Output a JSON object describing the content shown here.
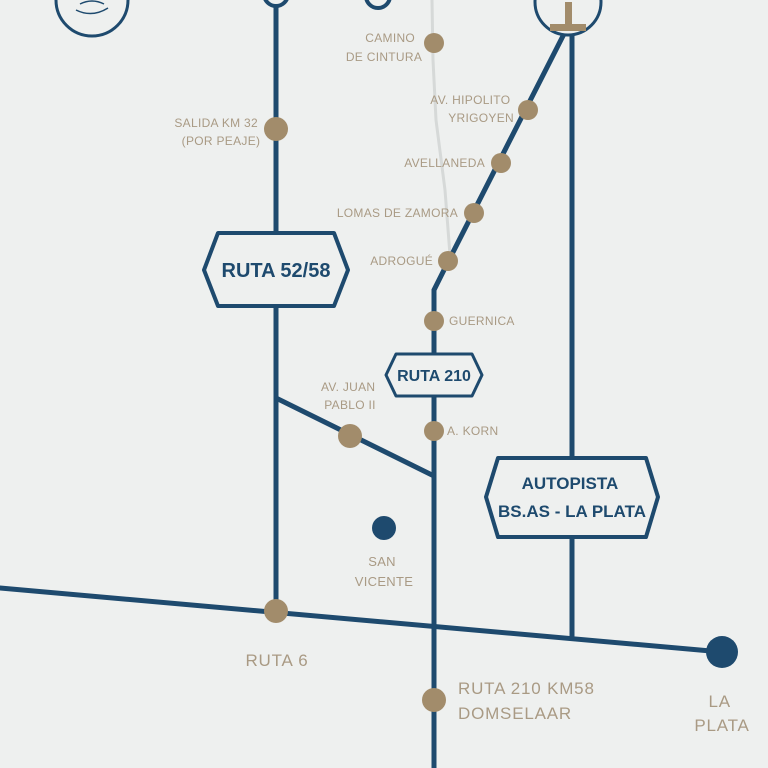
{
  "colors": {
    "background": "#eef0ef",
    "route": "#1e4a6e",
    "stop": "#a28c6b",
    "label": "#a99a84",
    "rail": "#d6d9d8"
  },
  "stops": {
    "camino_cintura": [
      "CAMINO",
      "DE CINTURA"
    ],
    "hipolito_yrigoyen": [
      "AV. HIPOLITO",
      "YRIGOYEN"
    ],
    "avellaneda": [
      "AVELLANEDA"
    ],
    "lomas_de_zamora": [
      "LOMAS DE ZAMORA"
    ],
    "adrogue": [
      "ADROGUÉ"
    ],
    "salida_km32": [
      "SALIDA KM 32",
      "(POR PEAJE)"
    ],
    "guernica": [
      "GUERNICA"
    ],
    "juan_pablo": [
      "AV. JUAN",
      "PABLO II"
    ],
    "a_korn": [
      "A. KORN"
    ],
    "san_vicente": [
      "SAN",
      "VICENTE"
    ],
    "ruta6": [
      "RUTA 6"
    ],
    "domselaar": [
      "RUTA 210 KM58",
      "DOMSELAAR"
    ],
    "la_plata": [
      "LA",
      "PLATA"
    ]
  },
  "badges": {
    "ruta_52_58": [
      "RUTA 52/58"
    ],
    "ruta_210": [
      "RUTA 210"
    ],
    "autopista": [
      "AUTOPISTA",
      "BS.AS - LA PLATA"
    ]
  },
  "icons": [
    "boat-icon",
    "obelisk-icon"
  ]
}
